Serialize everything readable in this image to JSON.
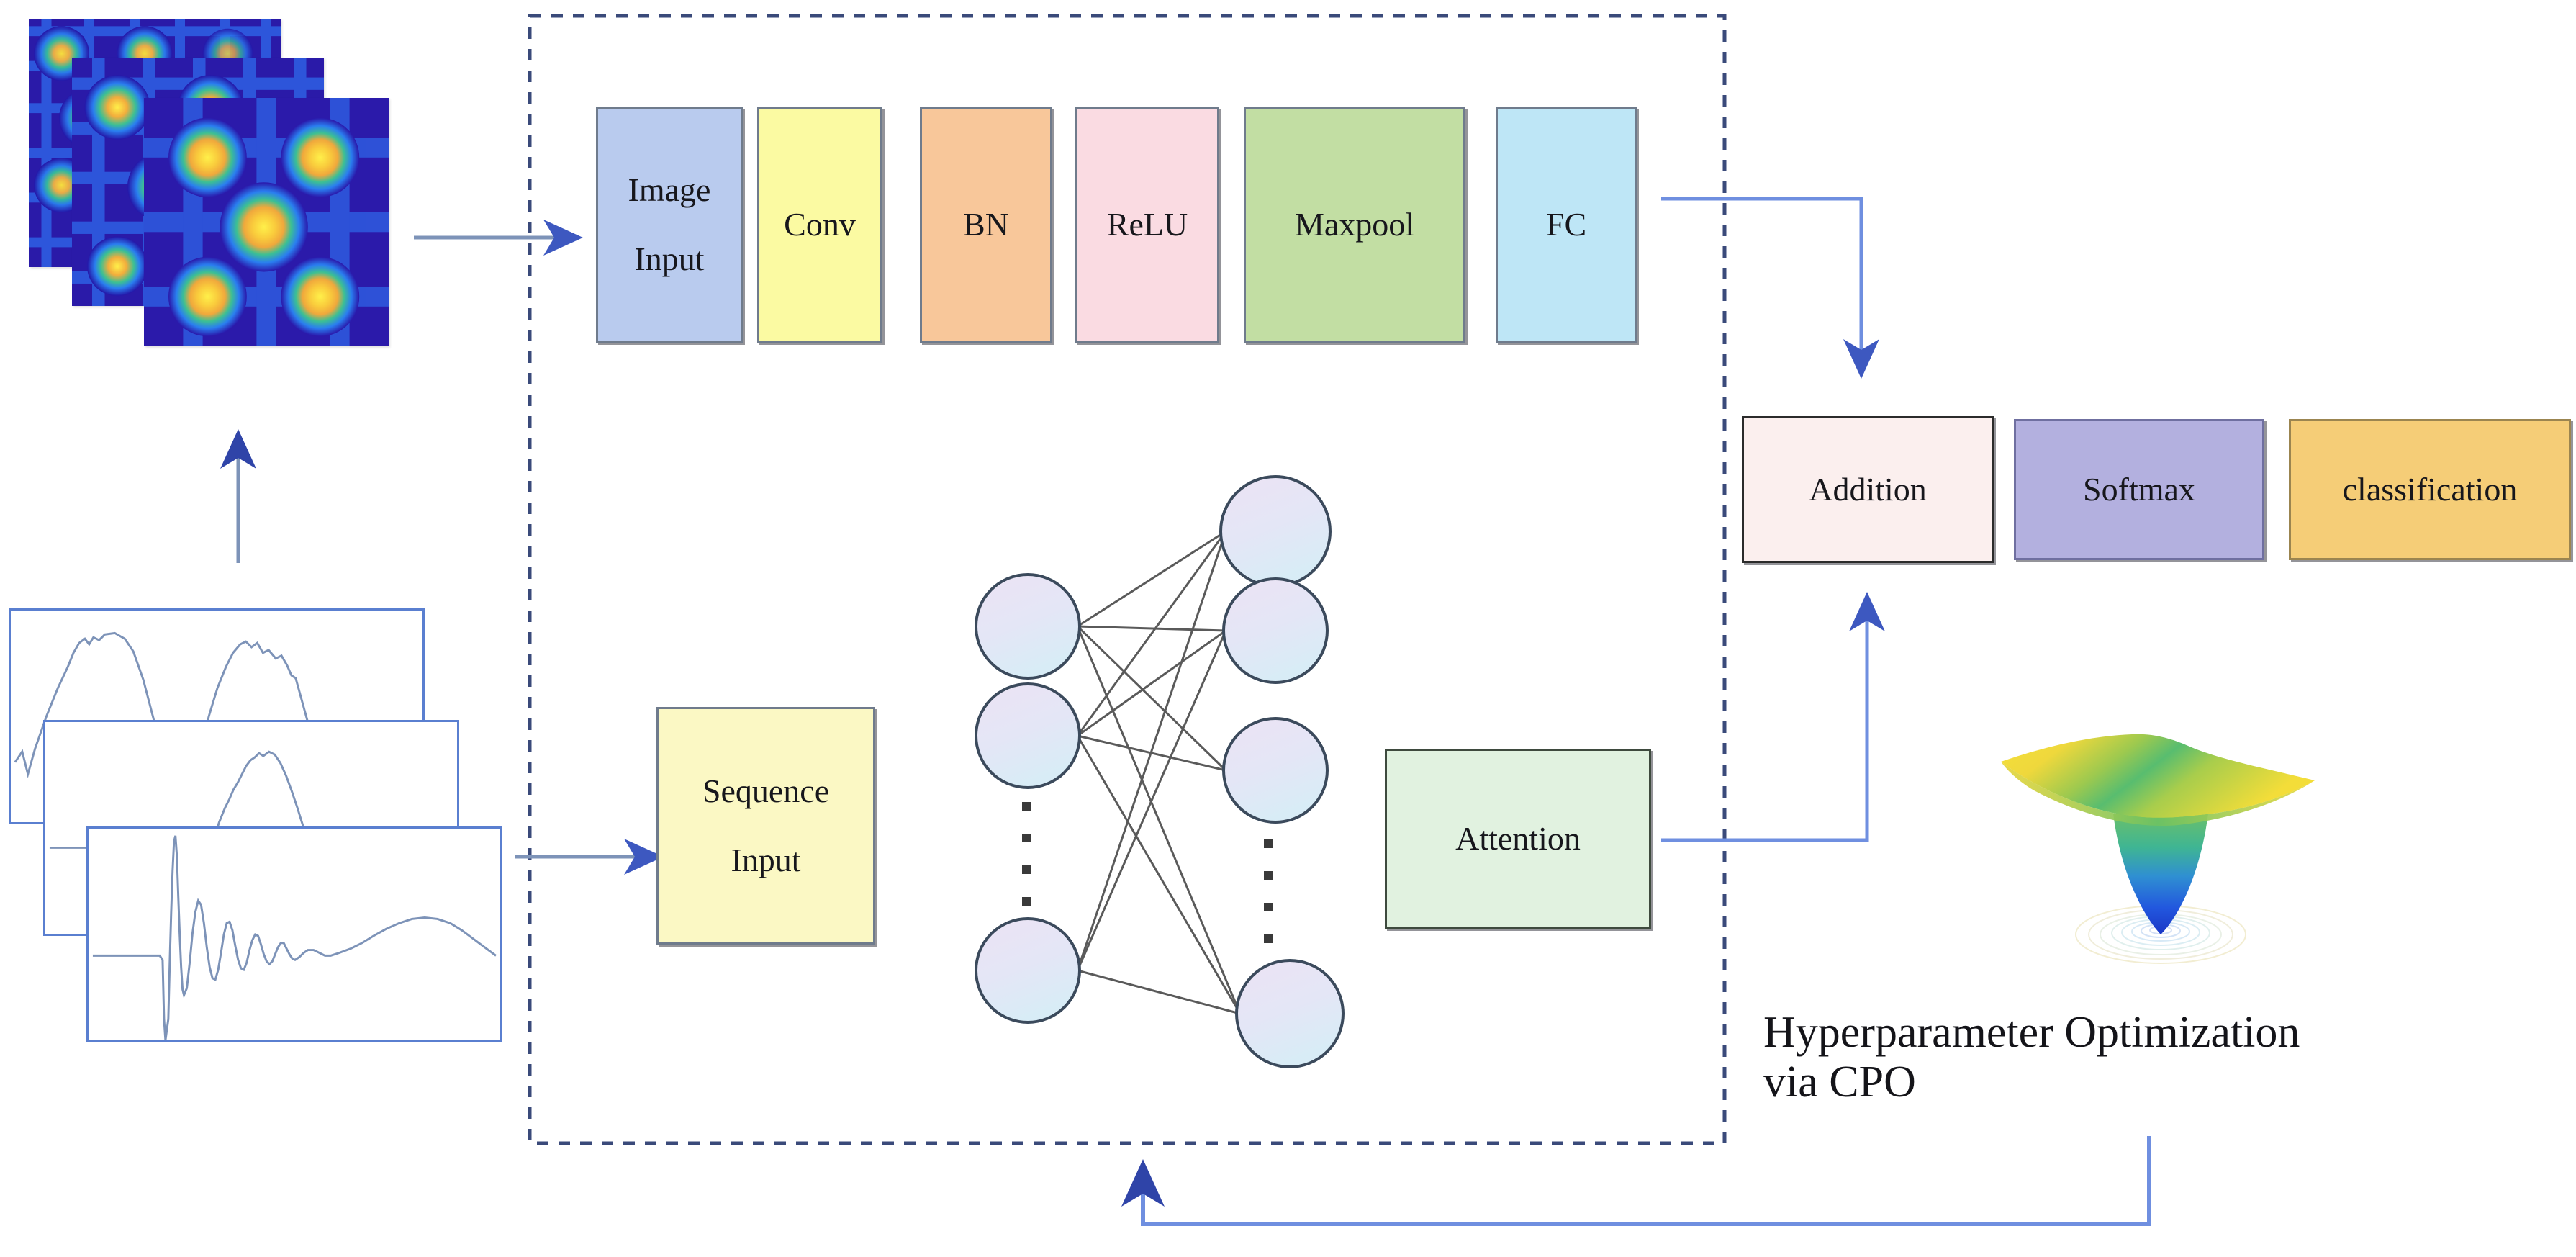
{
  "diagram": {
    "title_caption": {
      "line1": "Hyperparameter Optimization",
      "line2": "via CPO"
    },
    "dashed_container": {
      "label": "model-boundary",
      "stroke": "#3a4a7a",
      "style": "dashed"
    },
    "cnn_branch": {
      "blocks": [
        {
          "name": "image-input",
          "label": "Image\nInput",
          "label_line1": "Image",
          "label_line2": "Input",
          "color": "#b9cbee"
        },
        {
          "name": "conv",
          "label": "Conv",
          "color": "#fbfaa2"
        },
        {
          "name": "bn",
          "label": "BN",
          "color": "#f8c79a"
        },
        {
          "name": "relu",
          "label": "ReLU",
          "color": "#fadbe2"
        },
        {
          "name": "maxpool",
          "label": "Maxpool",
          "color": "#c2dea3"
        },
        {
          "name": "fc",
          "label": "FC",
          "color": "#bee6f6"
        }
      ]
    },
    "sequence_branch": {
      "blocks": [
        {
          "name": "sequence-input",
          "label_line1": "Sequence",
          "label_line2": "Input",
          "label": "Sequence Input",
          "color": "#fbf8c4"
        },
        {
          "name": "attention",
          "label": "Attention",
          "color": "#e1f2e0"
        }
      ],
      "network": {
        "left_nodes": 3,
        "right_nodes": 4,
        "ellipsis": "⋮"
      }
    },
    "head_blocks": [
      {
        "name": "addition",
        "label": "Addition",
        "color": "#fbefee"
      },
      {
        "name": "softmax",
        "label": "Softmax",
        "color": "#b3b0df"
      },
      {
        "name": "classification",
        "label": "classification",
        "color": "#f5cd77"
      }
    ],
    "inputs": {
      "image_stack": {
        "name": "time-frequency-heatmap-stack",
        "count": 3
      },
      "signal_stack": {
        "name": "raw-signal-plot-stack",
        "count": 3
      }
    },
    "optimization_surface": {
      "name": "loss-surface-3d",
      "colors": [
        "#f2e33c",
        "#57b96a",
        "#1f55d0"
      ]
    },
    "connectors": [
      {
        "name": "signals-to-images-arrow",
        "from": "signal-stack",
        "to": "image-stack"
      },
      {
        "name": "images-to-image-input-arrow",
        "from": "image-stack",
        "to": "image-input"
      },
      {
        "name": "signals-to-sequence-input-arrow",
        "from": "signal-stack",
        "to": "sequence-input"
      },
      {
        "name": "fc-to-addition-arrow",
        "from": "fc",
        "to": "addition"
      },
      {
        "name": "attention-to-addition-arrow",
        "from": "attention",
        "to": "addition"
      },
      {
        "name": "cpo-feedback-arrow",
        "from": "hyperparameter-optimization",
        "to": "model-boundary"
      }
    ]
  }
}
